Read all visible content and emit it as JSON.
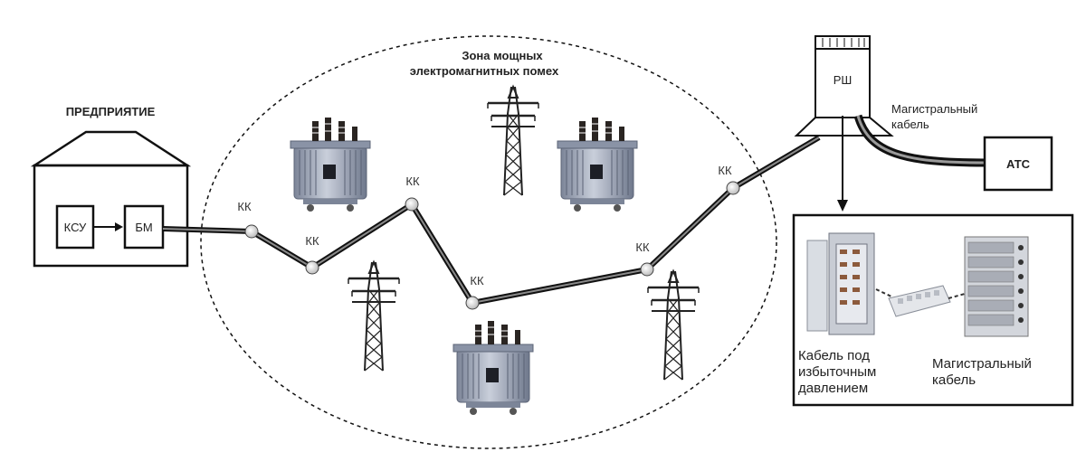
{
  "enterprise": {
    "title": "ПРЕДПРИЯТИЕ",
    "ksu": "КСУ",
    "bm": "БМ"
  },
  "zone": {
    "line1": "Зона мощных",
    "line2": "электромагнитных помех"
  },
  "kk_label": "КК",
  "rsh": "РШ",
  "trunk_cable": {
    "line1": "Магистральный",
    "line2": "кабель"
  },
  "ats": "АТС",
  "inset": {
    "left": {
      "line1": "Кабель под",
      "line2": "избыточным",
      "line3": "давлением"
    },
    "right": {
      "line1": "Магистральный",
      "line2": "кабель"
    }
  },
  "colors": {
    "line": "#111111",
    "node": "#e8e8e8",
    "transformer": "#9aa3b5"
  }
}
